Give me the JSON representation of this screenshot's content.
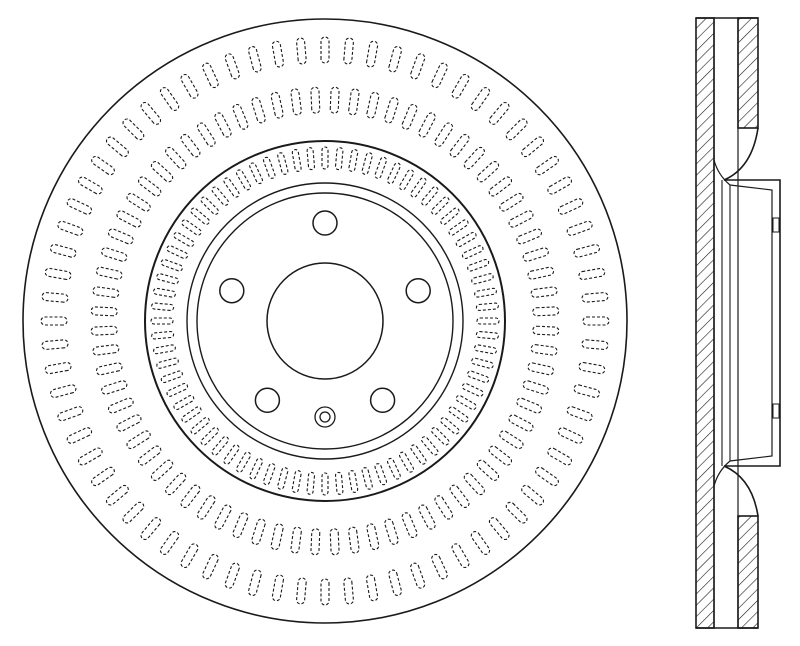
{
  "drawing": {
    "front_view": {
      "lug_holes": 5,
      "small_screw_holes": 1,
      "has_center_bore": true,
      "slot_rows": 3,
      "slots_per_row": 72
    },
    "side_view": {
      "section_type": "vented",
      "hatching": true
    },
    "colors": {
      "line": "#1a1a1a",
      "background": "#ffffff"
    }
  }
}
